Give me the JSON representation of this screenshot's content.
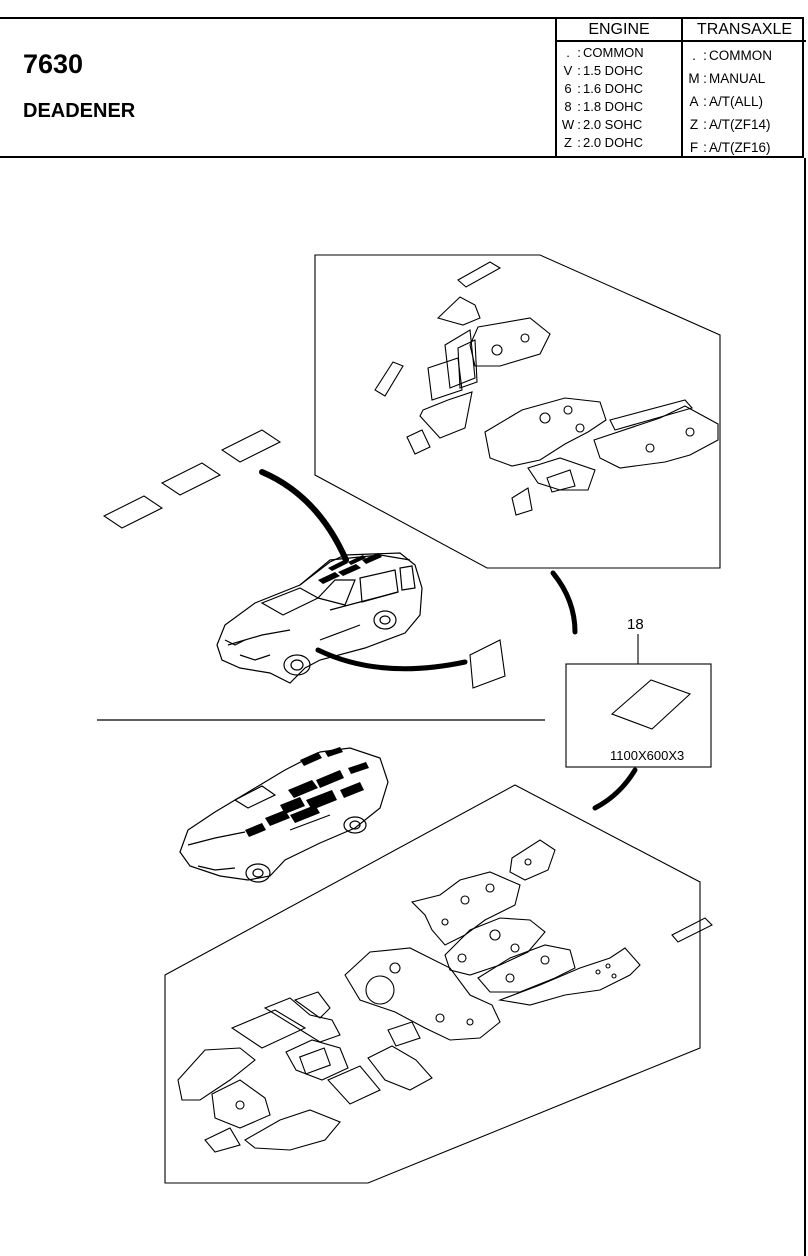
{
  "header": {
    "code": "7630",
    "name": "DEADENER"
  },
  "engine_legend": {
    "title": "ENGINE",
    "items": [
      {
        "key": ".",
        "value": "COMMON"
      },
      {
        "key": "V",
        "value": "1.5 DOHC"
      },
      {
        "key": "6",
        "value": "1.6 DOHC"
      },
      {
        "key": "8",
        "value": "1.8 DOHC"
      },
      {
        "key": "W",
        "value": "2.0 SOHC"
      },
      {
        "key": "Z",
        "value": "2.0 DOHC"
      }
    ]
  },
  "transaxle_legend": {
    "title": "TRANSAXLE",
    "items": [
      {
        "key": ".",
        "value": "COMMON"
      },
      {
        "key": "M",
        "value": "MANUAL"
      },
      {
        "key": "A",
        "value": "A/T(ALL)"
      },
      {
        "key": "Z",
        "value": "A/T(ZF14)"
      },
      {
        "key": "F",
        "value": "A/T(ZF16)"
      }
    ]
  },
  "diagram": {
    "part_number": "18",
    "part_size": "1100X600X3"
  }
}
